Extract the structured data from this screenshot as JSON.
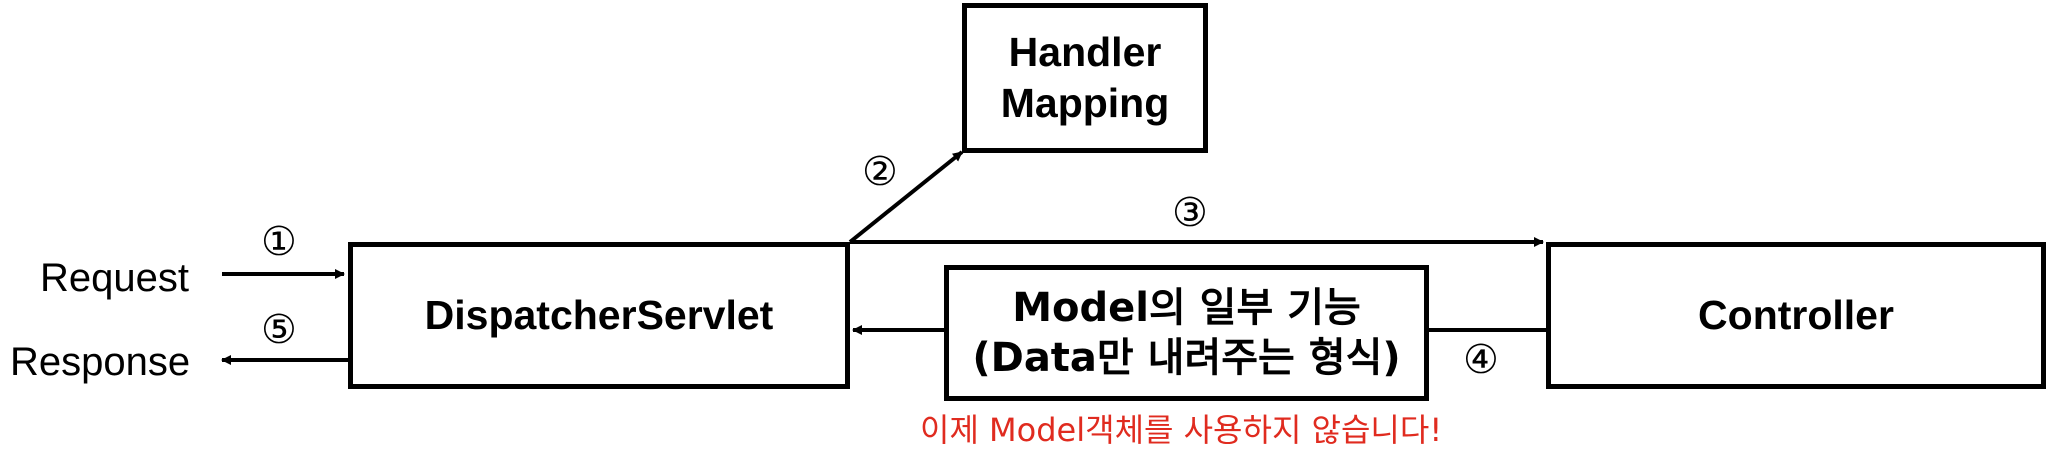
{
  "nodes": {
    "handler_mapping": [
      "Handler",
      "Mapping"
    ],
    "dispatcher_servlet": "DispatcherServlet",
    "controller": "Controller",
    "model_box": [
      "Model의 일부 기능",
      "(Data만 내려주는 형식)"
    ]
  },
  "labels": {
    "request": "Request",
    "response": "Response"
  },
  "steps": [
    "①",
    "②",
    "③",
    "④",
    "⑤"
  ],
  "note": "이제 Model객체를 사용하지 않습니다!",
  "colors": {
    "line": "#000000",
    "note": "#e02b1f"
  }
}
